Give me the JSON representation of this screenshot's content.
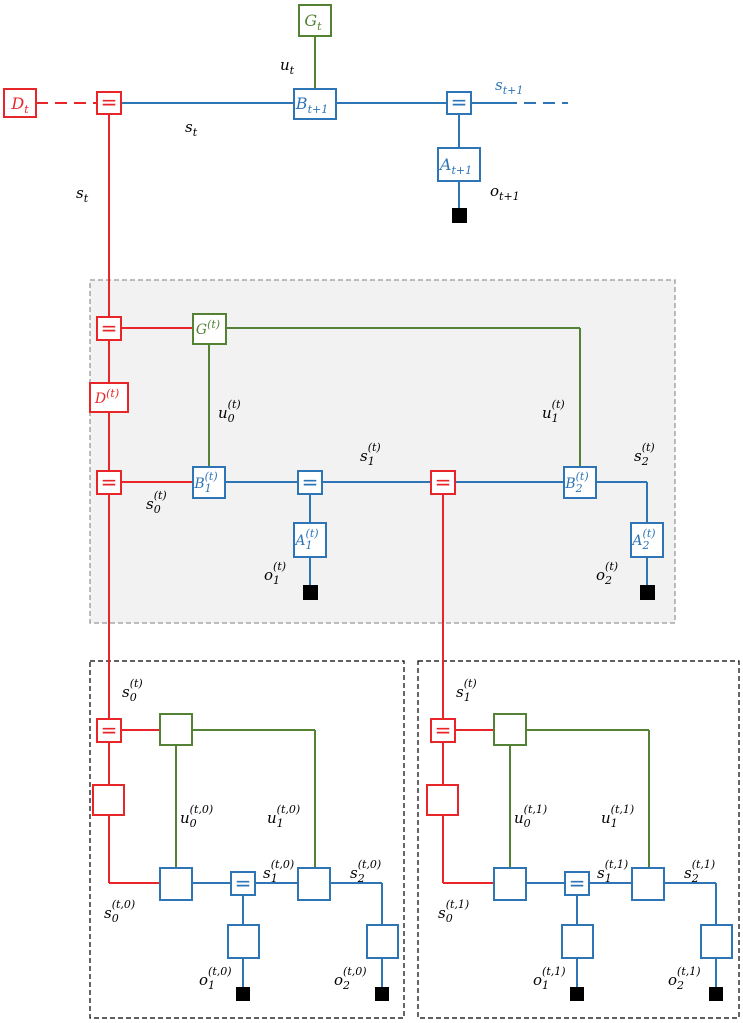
{
  "colors": {
    "red": "#e8262a",
    "blue": "#2e75b6",
    "green": "#548235",
    "black": "#000000",
    "panel_fill": "#f2f2f2",
    "panel_border": "#999999"
  },
  "top": {
    "D_t": {
      "base": "D",
      "sub": "t"
    },
    "G_t": {
      "base": "G",
      "sub": "t"
    },
    "B_t1": {
      "base": "B",
      "sub": "t+1"
    },
    "A_t1": {
      "base": "A",
      "sub": "t+1"
    },
    "eq": "=",
    "u_t": {
      "base": "u",
      "sub": "t"
    },
    "s_t_horizontal": {
      "base": "s",
      "sub": "t"
    },
    "s_t_vertical": {
      "base": "s",
      "sub": "t"
    },
    "s_t1": {
      "base": "s",
      "sub": "t+1"
    },
    "o_t1": {
      "base": "o",
      "sub": "t+1"
    }
  },
  "middle": {
    "G": {
      "base": "G",
      "sup": "(t)"
    },
    "D": {
      "base": "D",
      "sup": "(t)"
    },
    "B1": {
      "base": "B",
      "sub": "1",
      "sup": "(t)"
    },
    "B2": {
      "base": "B",
      "sub": "2",
      "sup": "(t)"
    },
    "A1": {
      "base": "A",
      "sub": "1",
      "sup": "(t)"
    },
    "A2": {
      "base": "A",
      "sub": "2",
      "sup": "(t)"
    },
    "u0": {
      "base": "u",
      "sub": "0",
      "sup": "(t)"
    },
    "u1": {
      "base": "u",
      "sub": "1",
      "sup": "(t)"
    },
    "s0": {
      "base": "s",
      "sub": "0",
      "sup": "(t)"
    },
    "s1": {
      "base": "s",
      "sub": "1",
      "sup": "(t)"
    },
    "s2": {
      "base": "s",
      "sub": "2",
      "sup": "(t)"
    },
    "o1": {
      "base": "o",
      "sub": "1",
      "sup": "(t)"
    },
    "o2": {
      "base": "o",
      "sub": "2",
      "sup": "(t)"
    }
  },
  "bottom_left": {
    "s_in": {
      "base": "s",
      "sub": "0",
      "sup": "(t)"
    },
    "u0": {
      "base": "u",
      "sub": "0",
      "sup": "(t,0)"
    },
    "u1": {
      "base": "u",
      "sub": "1",
      "sup": "(t,0)"
    },
    "s0": {
      "base": "s",
      "sub": "0",
      "sup": "(t,0)"
    },
    "s1": {
      "base": "s",
      "sub": "1",
      "sup": "(t,0)"
    },
    "s2": {
      "base": "s",
      "sub": "2",
      "sup": "(t,0)"
    },
    "o1": {
      "base": "o",
      "sub": "1",
      "sup": "(t,0)"
    },
    "o2": {
      "base": "o",
      "sub": "2",
      "sup": "(t,0)"
    }
  },
  "bottom_right": {
    "s_in": {
      "base": "s",
      "sub": "1",
      "sup": "(t)"
    },
    "u0": {
      "base": "u",
      "sub": "0",
      "sup": "(t,1)"
    },
    "u1": {
      "base": "u",
      "sub": "1",
      "sup": "(t,1)"
    },
    "s0": {
      "base": "s",
      "sub": "0",
      "sup": "(t,1)"
    },
    "s1": {
      "base": "s",
      "sub": "1",
      "sup": "(t,1)"
    },
    "s2": {
      "base": "s",
      "sub": "2",
      "sup": "(t,1)"
    },
    "o1": {
      "base": "o",
      "sub": "1",
      "sup": "(t,1)"
    },
    "o2": {
      "base": "o",
      "sub": "2",
      "sup": "(t,1)"
    }
  }
}
